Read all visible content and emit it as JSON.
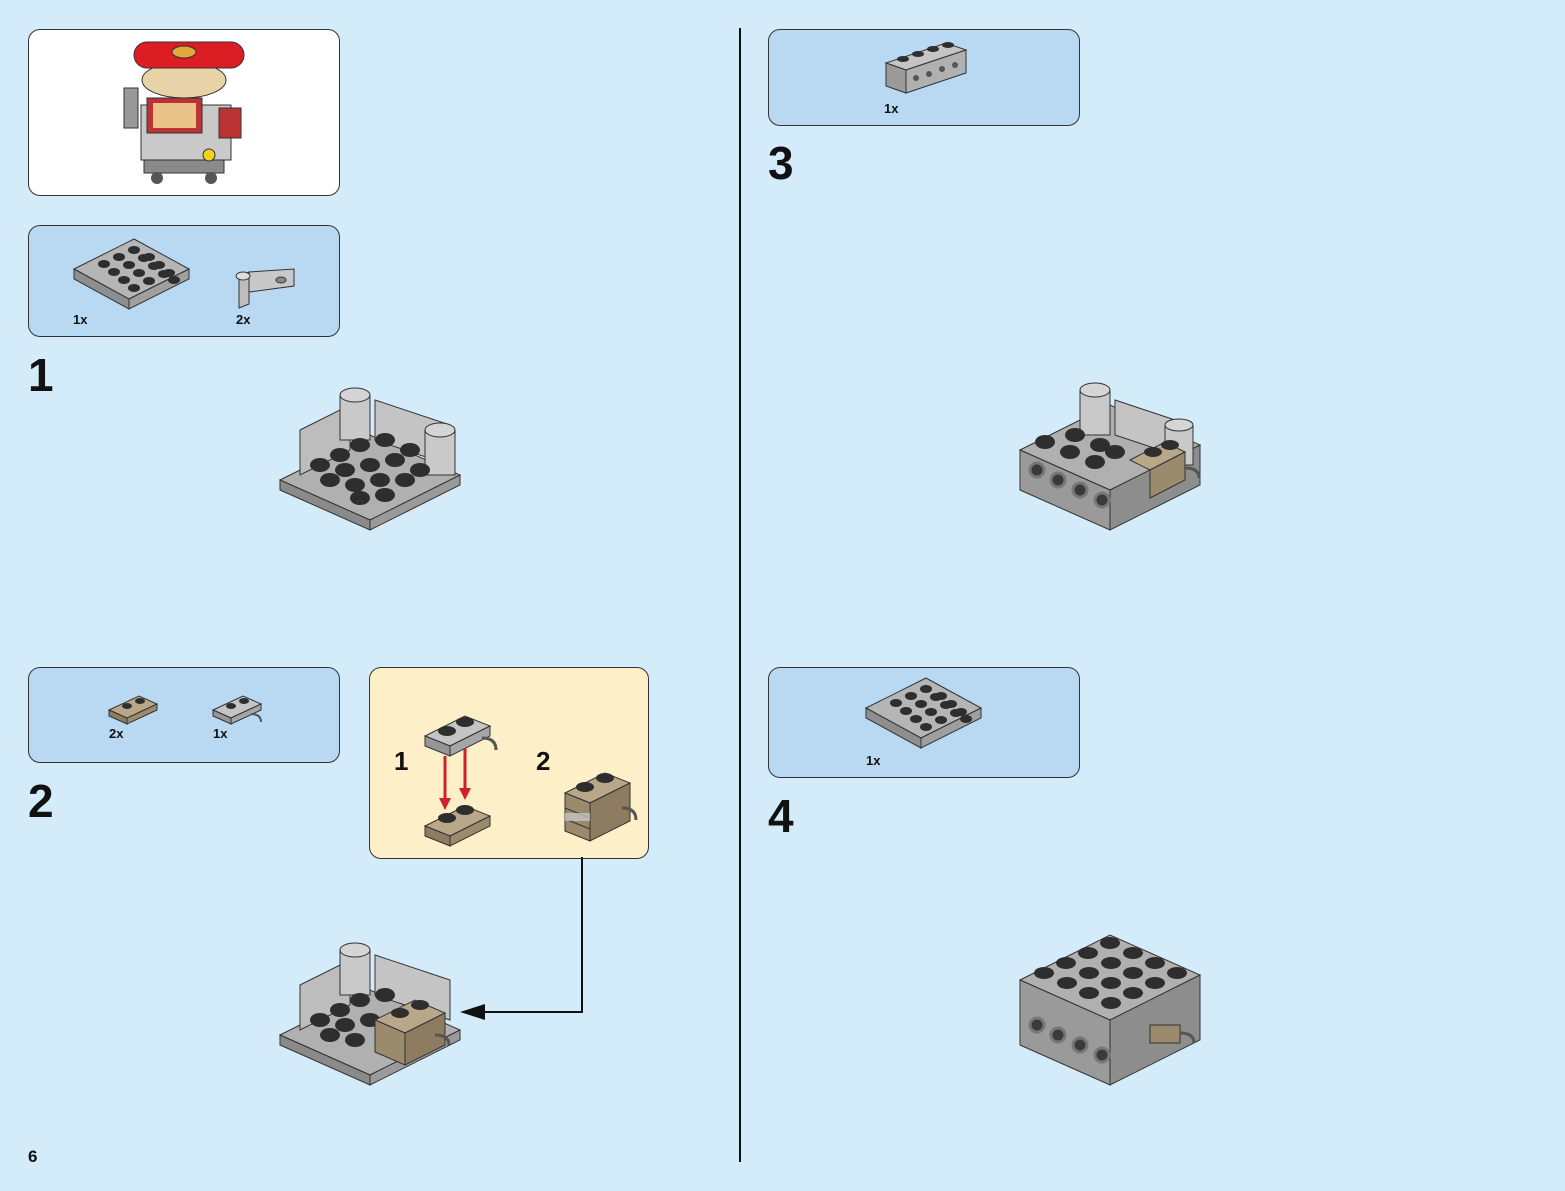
{
  "page_number": "6",
  "steps": [
    {
      "number": "1",
      "parts": [
        {
          "qty": "1x",
          "part": "plate-4x4-gray"
        },
        {
          "qty": "2x",
          "part": "bracket-1x1-gray"
        }
      ]
    },
    {
      "number": "2",
      "parts": [
        {
          "qty": "2x",
          "part": "plate-1x2-tan"
        },
        {
          "qty": "1x",
          "part": "clip-plate-gray"
        }
      ],
      "subassembly": {
        "steps": [
          "1",
          "2"
        ]
      }
    },
    {
      "number": "3",
      "parts": [
        {
          "qty": "1x",
          "part": "brick-1x4-technic-gray"
        }
      ]
    },
    {
      "number": "4",
      "parts": [
        {
          "qty": "1x",
          "part": "plate-4x4-gray"
        }
      ]
    }
  ],
  "colors": {
    "background": "#d4ebfa",
    "parts_box": "#b9d9f2",
    "subassembly_box": "#fdefc8",
    "gray_brick": "#a0a0a0",
    "tan_brick": "#9c8a6d",
    "arrow_red": "#d0202a"
  },
  "icons": {
    "preview_model": "hot-dog-cart-model",
    "assembly_arrow": "arrow-left"
  }
}
